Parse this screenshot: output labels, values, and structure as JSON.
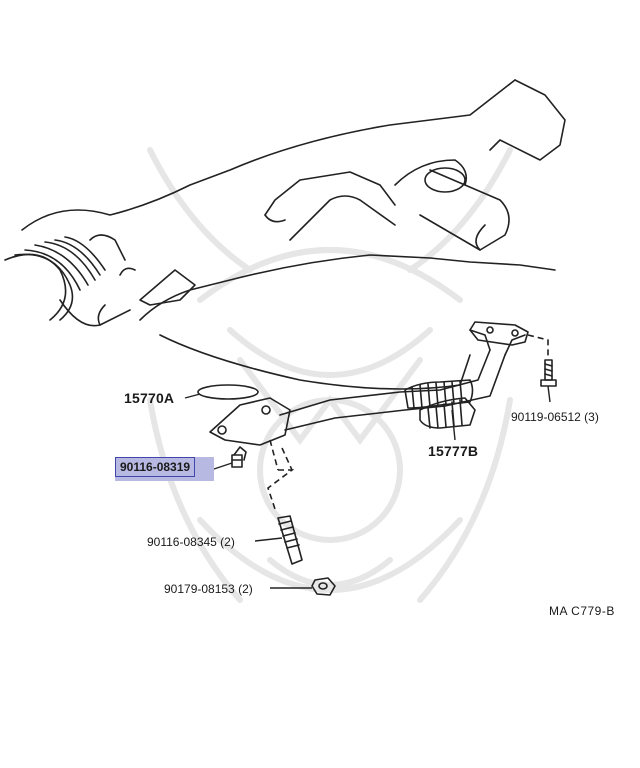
{
  "labels": {
    "p15770a": "15770A",
    "p15777b": "15777B",
    "p90119": "90119-06512 (3)",
    "p90116_08319": "90116-08319",
    "p90116_08345": "90116-08345 (2)",
    "p90179": "90179-08153 (2)",
    "ref": "MA  C779-B"
  },
  "colors": {
    "line": "#222222",
    "highlight_bg": "#b7b9e3",
    "highlight_border": "#3f47a8",
    "watermark": "#e6e6e6"
  }
}
